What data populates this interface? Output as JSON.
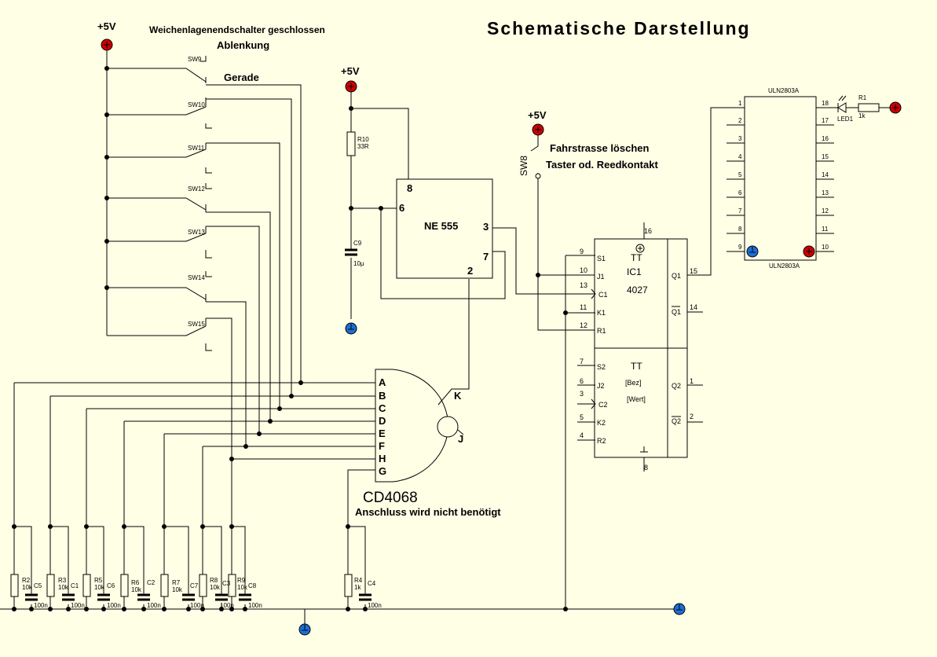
{
  "title": "Schematische Darstellung",
  "labels": {
    "plus5v": "+5V",
    "switch_title": "Weichenlagenendschalter geschlossen",
    "ablenkung": "Ablenkung",
    "gerade": "Gerade",
    "fahrstrasse": "Fahrstrasse löschen",
    "taster": "Taster od. Reedkontakt",
    "not_needed": "Anschluss wird nicht benötigt"
  },
  "switches": [
    "SW9",
    "SW10",
    "SW11",
    "SW12",
    "SW13",
    "SW14",
    "SW15"
  ],
  "sw8": "SW8",
  "r10": {
    "name": "R10",
    "value": "33R"
  },
  "c9": {
    "name": "C9",
    "value": "10µ"
  },
  "ne555": {
    "name": "NE 555",
    "pins": [
      "8",
      "6",
      "3",
      "7",
      "2"
    ]
  },
  "cd4068": {
    "name": "CD4068",
    "inputs": [
      "A",
      "B",
      "C",
      "D",
      "E",
      "F",
      "H",
      "G"
    ],
    "out_k": "K",
    "out_j": "J"
  },
  "ic4027": {
    "name": "IC1",
    "part": "4027",
    "tt": "TT",
    "bez": "[Bez]",
    "wert": "[Wert]",
    "pins_top": [
      "9",
      "10",
      "13",
      "11",
      "12"
    ],
    "names_top": [
      "S1",
      "J1",
      "C1",
      "K1",
      "R1"
    ],
    "pins_bot": [
      "7",
      "6",
      "3",
      "5",
      "4"
    ],
    "names_bot": [
      "S2",
      "J2",
      "C2",
      "K2",
      "R2"
    ],
    "q_names": [
      "Q1",
      "Q1",
      "Q2",
      "Q2"
    ],
    "q_pins": [
      "15",
      "14",
      "1",
      "2"
    ],
    "vcc_pin": "16",
    "gnd_pin": "8"
  },
  "uln": {
    "name": "ULN2803A",
    "left_pins": [
      "1",
      "2",
      "3",
      "4",
      "5",
      "6",
      "7",
      "8",
      "9"
    ],
    "right_pins": [
      "18",
      "17",
      "16",
      "15",
      "14",
      "13",
      "12",
      "11",
      "10"
    ]
  },
  "led": {
    "name": "LED1"
  },
  "r1": {
    "name": "R1",
    "value": "1k"
  },
  "r4": {
    "name": "R4",
    "value": "1k"
  },
  "c4": {
    "name": "C4",
    "value": "100n"
  },
  "resistors": [
    {
      "name": "R2",
      "value": "10k"
    },
    {
      "name": "R3",
      "value": "10k"
    },
    {
      "name": "R5",
      "value": "10k"
    },
    {
      "name": "R6",
      "value": "10k"
    },
    {
      "name": "R7",
      "value": "10k"
    },
    {
      "name": "R8",
      "value": "10k"
    },
    {
      "name": "R9",
      "value": "10k"
    }
  ],
  "capacitors": [
    {
      "name": "C5",
      "value": "100n"
    },
    {
      "name": "C1",
      "value": "100n"
    },
    {
      "name": "C6",
      "value": "100n"
    },
    {
      "name": "C2",
      "value": "100n"
    },
    {
      "name": "C7",
      "value": "100n"
    },
    {
      "name": "C3",
      "value": "100n"
    },
    {
      "name": "C8",
      "value": "100n"
    }
  ],
  "colors": {
    "background": "#ffffe6",
    "vcc_symbol": "#cc0000",
    "gnd_symbol": "#1a6fd6",
    "wire": "#000000"
  }
}
